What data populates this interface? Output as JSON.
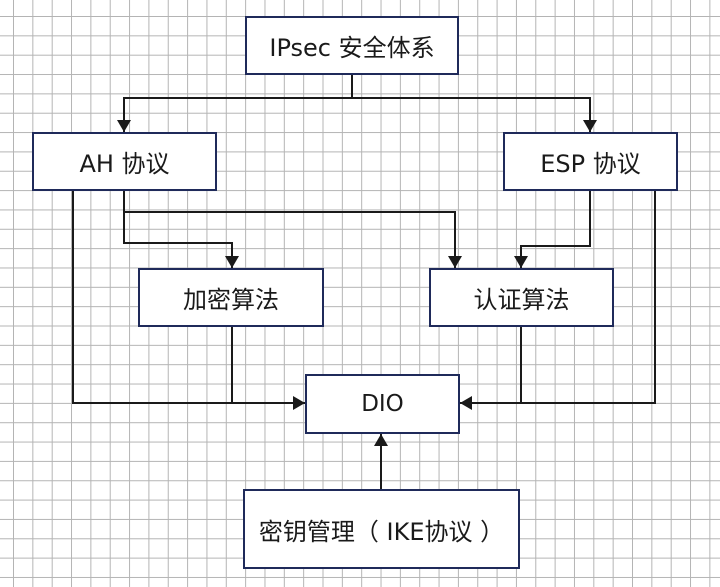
{
  "diagram": {
    "title": "IPsec 安全体系 architecture",
    "colors": {
      "edge": "#1a1a1a",
      "node_border": "#1f2a5a",
      "node_fill": "#ffffff",
      "grid": "#b4b4b4",
      "text": "#1a1a1a"
    },
    "nodes": {
      "root": "IPsec 安全体系",
      "ah": "AH 协议",
      "esp": "ESP 协议",
      "enc": "加密算法",
      "auth": "认证算法",
      "dio": "DIO",
      "ike": "密钥管理（ IKE协议 ）"
    },
    "edges": [
      {
        "from": "root",
        "to": "ah"
      },
      {
        "from": "root",
        "to": "esp"
      },
      {
        "from": "ah",
        "to": "enc"
      },
      {
        "from": "ah",
        "to": "auth"
      },
      {
        "from": "esp",
        "to": "auth"
      },
      {
        "from": "ah",
        "to": "dio"
      },
      {
        "from": "enc",
        "to": "dio"
      },
      {
        "from": "esp",
        "to": "dio"
      },
      {
        "from": "auth",
        "to": "dio"
      },
      {
        "from": "ike",
        "to": "dio"
      }
    ]
  }
}
